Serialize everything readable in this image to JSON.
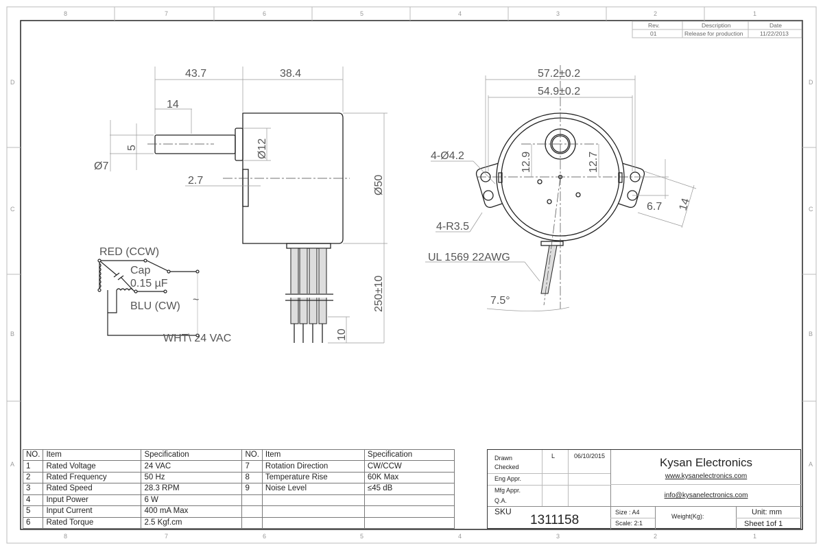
{
  "zones": {
    "columns": [
      "8",
      "7",
      "6",
      "5",
      "4",
      "3",
      "2",
      "1"
    ],
    "rows": [
      "D",
      "C",
      "B",
      "A"
    ]
  },
  "revision": {
    "headers": [
      "Rev.",
      "Description",
      "Date"
    ],
    "rows": [
      [
        "01",
        "Release for production",
        "11/22/2013"
      ]
    ]
  },
  "side_view": {
    "dims": {
      "overall_shaft": "43.7",
      "body_depth": "38.4",
      "shaft_flat": "14",
      "flat_width": "5",
      "shaft_dia": "Ø7",
      "boss_dia": "Ø12",
      "boss_height": "2.7",
      "body_dia": "Ø50",
      "lead_length": "250±10",
      "strip_length": "10"
    }
  },
  "front_view": {
    "dims": {
      "mount_outer": "57.2±0.2",
      "mount_inner": "54.9±0.2",
      "holes": "4-Ø4.2",
      "radius": "4-R3.5",
      "offset_left": "12.9",
      "offset_right": "12.7",
      "hole_spacing": "6.7",
      "ear_width": "14",
      "wire": "UL 1569 22AWG",
      "wire_angle": "7.5°"
    }
  },
  "wiring": {
    "red": "RED (CCW)",
    "cap": "Cap",
    "cap_value": "0.15 µF",
    "blu": "BLU (CW)",
    "wht": "WHT\\ 24 VAC",
    "ac_symbol": "~"
  },
  "spec_table": {
    "headers": [
      "NO.",
      "Item",
      "Specification",
      "NO.",
      "Item",
      "Specification"
    ],
    "rows": [
      [
        "1",
        "Rated Voltage",
        "24 VAC",
        "7",
        "Rotation Direction",
        "CW/CCW"
      ],
      [
        "2",
        "Rated Frequency",
        "50 Hz",
        "8",
        "Temperature Rise",
        "60K  Max"
      ],
      [
        "3",
        "Rated Speed",
        "28.3 RPM",
        "9",
        "Noise Level",
        "≤45 dB"
      ],
      [
        "4",
        "Input Power",
        "6 W",
        "",
        "",
        ""
      ],
      [
        "5",
        "Input Current",
        "400 mA Max",
        "",
        "",
        ""
      ],
      [
        "6",
        "Rated Torque",
        "2.5 Kgf.cm",
        "",
        "",
        ""
      ]
    ]
  },
  "title_block": {
    "drawn": "Drawn",
    "drawn_by": "L",
    "drawn_date": "06/10/2015",
    "checked": "Checked",
    "eng_appr": "Eng Appr.",
    "mfg_appr": "Mfg Appr.",
    "qa": "Q.A.",
    "sku_label": "SKU",
    "sku": "1311158",
    "company": "Kysan Electronics",
    "website": "www.kysanelectronics.com",
    "email": "info@kysanelectronics.com",
    "size": "Size : A4",
    "scale": "Scale: 2:1",
    "weight": "Weight(Kg):",
    "unit": "Unit: mm",
    "sheet": "Sheet 1of 1"
  }
}
